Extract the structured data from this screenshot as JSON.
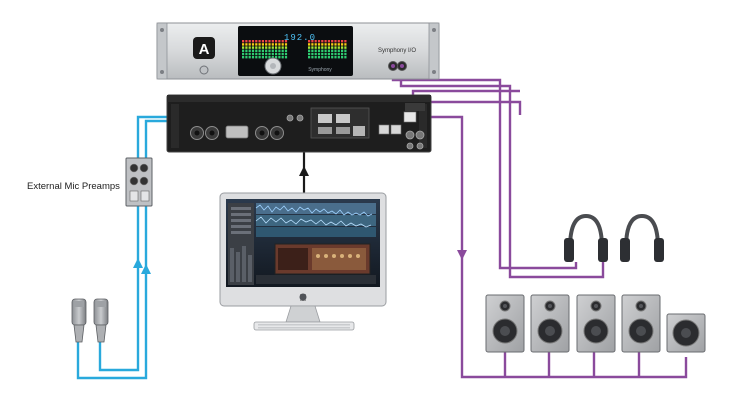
{
  "diagram": {
    "rack_unit": {
      "brand_mark": "A",
      "sample_rate": "192.0",
      "model_label": "Symphony I/O",
      "knob_label": "Symphony"
    },
    "labels": {
      "preamps": "External Mic Preamps"
    },
    "devices": {
      "headphones_count": 2,
      "speaker_count": 5,
      "microphone_count": 2,
      "computer_logo": "apple-logo"
    },
    "colors": {
      "analog_input_cable": "#29a9dc",
      "analog_output_cable": "#8a4a9c",
      "digital_cable": "#1a1a1a",
      "rack_front": "#d7d9db",
      "rack_back": "#1e1e1e",
      "speaker_body": "#b8b9bb"
    }
  }
}
